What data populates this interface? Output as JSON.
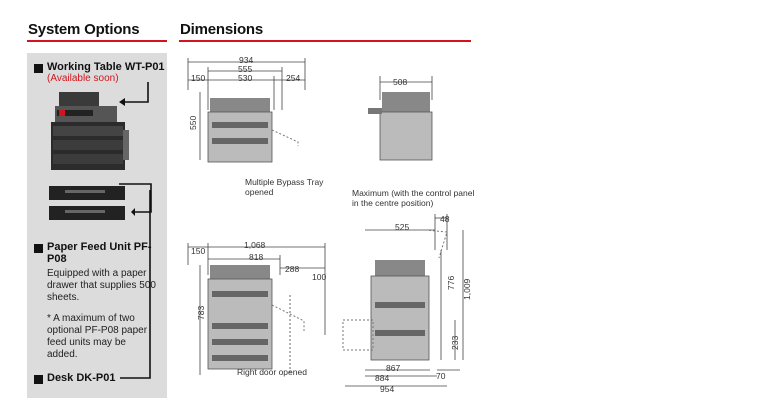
{
  "left": {
    "heading": "System Options",
    "options": [
      {
        "name": "Working Table WT-P01",
        "note": "(Available soon)"
      },
      {
        "name": "Paper Feed Unit PF-P08",
        "description": "Equipped with a paper drawer that supplies 500 sheets.",
        "footnote": "* A maximum of two optional PF-P08 paper feed units may be added."
      },
      {
        "name": "Desk DK-P01"
      }
    ]
  },
  "right": {
    "heading": "Dimensions",
    "top_front": {
      "total": "934",
      "a": "555",
      "b": "530",
      "left": "150",
      "right": "254",
      "height": "550",
      "caption": "Multiple Bypass Tray opened"
    },
    "top_side": {
      "width": "508"
    },
    "bottom_front": {
      "total": "1,068",
      "a": "818",
      "left": "150",
      "right": "288",
      "top_right": "100",
      "height": "783",
      "caption": "Right door opened"
    },
    "bottom_side": {
      "caption": "Maximum (with the control panel in the centre position)",
      "a": "525",
      "b": "48",
      "h1": "776",
      "h2": "1,009",
      "h3": "233",
      "w1": "867",
      "w2": "884",
      "w3": "954",
      "w4": "70"
    }
  }
}
